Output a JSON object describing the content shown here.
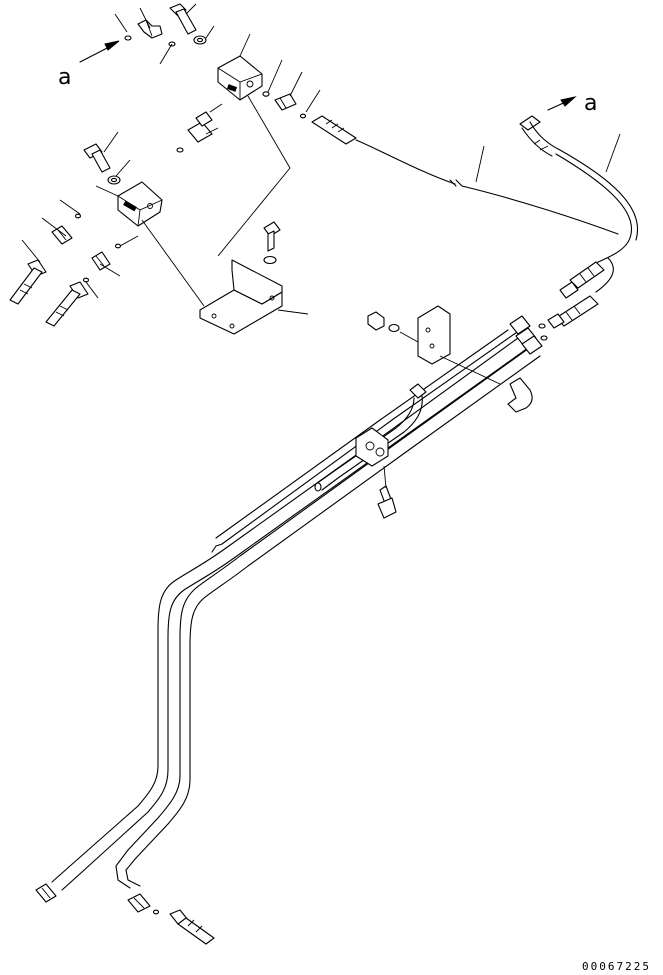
{
  "diagram": {
    "view_labels": {
      "left": "a",
      "right": "a"
    },
    "drawing_code": "00067225",
    "colors": {
      "line": "#000000",
      "background": "#ffffff"
    }
  }
}
